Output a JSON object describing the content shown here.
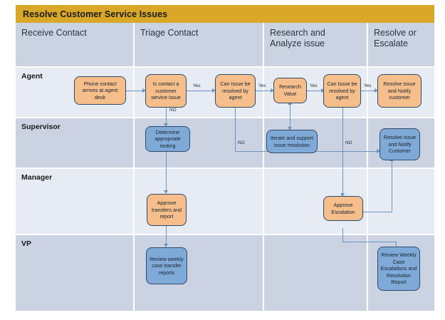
{
  "diagram": {
    "title": "Resolve Customer Service Issues",
    "title_bar_color": "#D9A829",
    "node_orange_color": "#F6BE8B",
    "node_blue_color": "#7FA9D6",
    "node_border_color": "#2E4B6B",
    "connector_color": "#6C93C0",
    "lane_shade_dark": "#CBD3E3",
    "lane_shade_light": "#E7EBF3"
  },
  "phases": [
    {
      "label": "Receive Contact"
    },
    {
      "label": "Triage Contact"
    },
    {
      "label": "Research and Analyze issue"
    },
    {
      "label": "Resolve or Escalate"
    }
  ],
  "lanes": [
    {
      "label": "Agent"
    },
    {
      "label": "Supervisor"
    },
    {
      "label": "Manager"
    },
    {
      "label": "VP"
    }
  ],
  "nodes": [
    {
      "id": "phone-contact",
      "label": "Phone contact arrives at agent desk",
      "lane": "Agent",
      "phase": "Receive Contact"
    },
    {
      "id": "is-contact-cs-issue",
      "label": "Is contact a customer service issue",
      "lane": "Agent",
      "phase": "Triage Contact"
    },
    {
      "id": "can-issue-resolved-1",
      "label": "Can Issue be resolved by agent",
      "lane": "Agent",
      "phase": "Triage Contact"
    },
    {
      "id": "research-value",
      "label": "Research Value",
      "lane": "Agent",
      "phase": "Research and Analyze issue"
    },
    {
      "id": "can-issue-resolved-2",
      "label": "Can Issue be resolved by agent",
      "lane": "Agent",
      "phase": "Research and Analyze issue"
    },
    {
      "id": "resolve-notify-agent",
      "label": "Resolve Issue and Notify customer",
      "lane": "Agent",
      "phase": "Resolve or Escalate"
    },
    {
      "id": "determine-routing",
      "label": "Determine appropriate routing",
      "lane": "Supervisor",
      "phase": "Triage Contact"
    },
    {
      "id": "iterate-support",
      "label": "Iterate and support issue resolution",
      "lane": "Supervisor",
      "phase": "Research and Analyze issue"
    },
    {
      "id": "resolve-notify-sup",
      "label": "Resolve Issue and Notify Customer",
      "lane": "Supervisor",
      "phase": "Resolve or Escalate"
    },
    {
      "id": "approve-transfers",
      "label": "Approve transfers and report",
      "lane": "Manager",
      "phase": "Triage Contact"
    },
    {
      "id": "approve-escalation",
      "label": "Approve Escalation",
      "lane": "Manager",
      "phase": "Research and Analyze issue"
    },
    {
      "id": "review-weekly-case",
      "label": "Review weekly case transfer reports",
      "lane": "VP",
      "phase": "Triage Contact"
    },
    {
      "id": "review-weekly-esc",
      "label": "Review Weekly Case Escalations and Resolution Report",
      "lane": "VP",
      "phase": "Resolve or Escalate"
    }
  ],
  "edge_labels": {
    "yes_1": "Yes",
    "yes_2": "Yes",
    "yes_3": "Yes",
    "yes_4": "Yes",
    "no_1": "NO",
    "no_2": "NO",
    "no_3": "NO"
  }
}
